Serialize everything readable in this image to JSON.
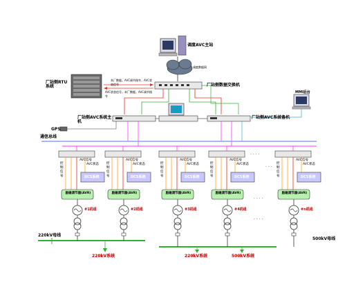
{
  "top": {
    "dispatch_label": "调度AVC主站",
    "network_label": "调度数据网",
    "switch_label": "厂站侧数据交换机",
    "rtu_label": "厂站侧RTU系统",
    "rtu_arrow_top": "本厂数据，AVC调节指令，AVC状态信号",
    "rtu_arrow_bottom": "AVC状态信号，本厂数据，AVC调节指令",
    "avc_main_label": "厂站侧AVC系统主机",
    "avc_backup_label": "厂站侧AVC系统备机",
    "mmi_label": "MMI后台",
    "gps_label": "GPS"
  },
  "bus": {
    "comm_label": "通信总线",
    "left_bus_label": "220kV母线",
    "right_bus_label": "500kV母线",
    "sys_220_a": "220kV系统",
    "sys_220_b": "220kV系统",
    "sys_500": "500kV系统"
  },
  "units": [
    {
      "excitation_label": "励磁调节器(AVR)",
      "gen_label": "#1机组",
      "dcs_label": "DCS系统",
      "sig1": "控制信号",
      "sig2": "AVC信号",
      "sig3": "AVC状态"
    },
    {
      "excitation_label": "励磁调节器(AVR)",
      "gen_label": "#2机组",
      "dcs_label": "DCS系统",
      "sig1": "控制信号",
      "sig2": "AVC信号",
      "sig3": "AVC状态"
    },
    {
      "excitation_label": "励磁调节器(AVR)",
      "gen_label": "#3机组",
      "dcs_label": "DCS系统",
      "sig1": "控制信号",
      "sig2": "AVC信号",
      "sig3": "AVC状态"
    },
    {
      "excitation_label": "励磁调节器(AVR)",
      "gen_label": "#4机组",
      "dcs_label": "DCS系统",
      "sig1": "控制信号",
      "sig2": "AVC信号",
      "sig3": "AVC状态"
    },
    {
      "excitation_label": "励磁调节器(AVR)",
      "gen_label": "#n机组",
      "dcs_label": "DCS系统",
      "sig1": "控制信号",
      "sig2": "AVC信号",
      "sig3": "AVC状态"
    }
  ],
  "colors": {
    "comm_bus": "#8aa0e8",
    "magenta": "#ff33ff",
    "excitation_fill": "#b8f0b0",
    "dcs_fill": "#c8c8ff",
    "orange": "#ffa020",
    "red_arrow": "#e03020",
    "green_line": "#30b030"
  }
}
